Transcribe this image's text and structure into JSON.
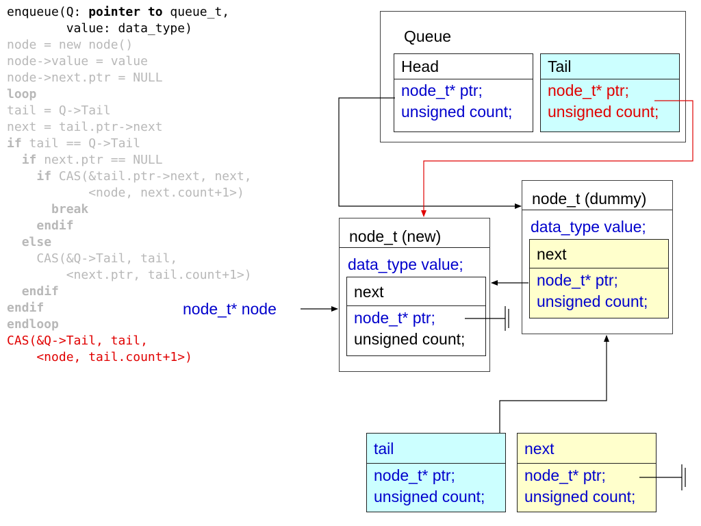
{
  "code": {
    "lines": [
      {
        "color": "black",
        "segs": [
          {
            "t": "enqueue(Q: "
          },
          {
            "t": "pointer to",
            "kw": true
          },
          {
            "t": " queue_t,"
          }
        ]
      },
      {
        "color": "black",
        "segs": [
          {
            "t": "        value: data_type)"
          }
        ]
      },
      {
        "color": "gray",
        "segs": [
          {
            "t": "node = new node()"
          }
        ]
      },
      {
        "color": "gray",
        "segs": [
          {
            "t": "node->value = value"
          }
        ]
      },
      {
        "color": "gray",
        "segs": [
          {
            "t": "node->next.ptr = NULL"
          }
        ]
      },
      {
        "color": "gray",
        "segs": [
          {
            "t": "loop",
            "kw": true
          }
        ]
      },
      {
        "color": "gray",
        "segs": [
          {
            "t": "tail = Q->Tail"
          }
        ]
      },
      {
        "color": "gray",
        "segs": [
          {
            "t": "next = tail.ptr->next"
          }
        ]
      },
      {
        "color": "gray",
        "segs": [
          {
            "t": "if",
            "kw": true
          },
          {
            "t": " tail == Q->Tail"
          }
        ]
      },
      {
        "color": "gray",
        "segs": [
          {
            "t": "  "
          },
          {
            "t": "if",
            "kw": true
          },
          {
            "t": " next.ptr == NULL"
          }
        ]
      },
      {
        "color": "gray",
        "segs": [
          {
            "t": "    "
          },
          {
            "t": "if",
            "kw": true
          },
          {
            "t": " CAS(&tail.ptr->next, next,"
          }
        ]
      },
      {
        "color": "gray",
        "segs": [
          {
            "t": "           <node, next.count+1>)"
          }
        ]
      },
      {
        "color": "gray",
        "segs": [
          {
            "t": "      "
          },
          {
            "t": "break",
            "kw": true
          }
        ]
      },
      {
        "color": "gray",
        "segs": [
          {
            "t": "    "
          },
          {
            "t": "endif",
            "kw": true
          }
        ]
      },
      {
        "color": "gray",
        "segs": [
          {
            "t": "  "
          },
          {
            "t": "else",
            "kw": true
          }
        ]
      },
      {
        "color": "gray",
        "segs": [
          {
            "t": "    CAS(&Q->Tail, tail,"
          }
        ]
      },
      {
        "color": "gray",
        "segs": [
          {
            "t": "        <next.ptr, tail.count+1>)"
          }
        ]
      },
      {
        "color": "gray",
        "segs": [
          {
            "t": "  "
          },
          {
            "t": "endif",
            "kw": true
          }
        ]
      },
      {
        "color": "gray",
        "segs": [
          {
            "t": "endif",
            "kw": true
          }
        ]
      },
      {
        "color": "gray",
        "segs": [
          {
            "t": "endloop",
            "kw": true
          }
        ]
      },
      {
        "color": "red",
        "segs": [
          {
            "t": "CAS(&Q->Tail, tail,"
          }
        ]
      },
      {
        "color": "red",
        "segs": [
          {
            "t": "    <node, tail.count+1>)"
          }
        ]
      }
    ]
  },
  "queue": {
    "title": "Queue",
    "head": {
      "label": "Head",
      "ptr": "node_t* ptr;",
      "count": "unsigned count;"
    },
    "tail": {
      "label": "Tail",
      "ptr": "node_t* ptr;",
      "count": "unsigned count;"
    }
  },
  "node_new": {
    "title": "node_t (new)",
    "value": "data_type value;",
    "next": {
      "label": "next",
      "ptr": "node_t* ptr;",
      "count": "unsigned count;"
    }
  },
  "node_dummy": {
    "title": "node_t (dummy)",
    "value": "data_type value;",
    "next": {
      "label": "next",
      "ptr": "node_t* ptr;",
      "count": "unsigned count;"
    }
  },
  "node_pointer_label": "node_t* node",
  "local_tail": {
    "label": "tail",
    "ptr": "node_t* ptr;",
    "count": "unsigned count;"
  },
  "local_next": {
    "label": "next",
    "ptr": "node_t* ptr;",
    "count": "unsigned count;"
  },
  "colors": {
    "code_active": "#000000",
    "code_inactive": "#b8b8b8",
    "highlight_red": "#e00000",
    "field_blue": "#0000cc",
    "cyan_fill": "#ccffff",
    "yellow_fill": "#ffffcc"
  }
}
